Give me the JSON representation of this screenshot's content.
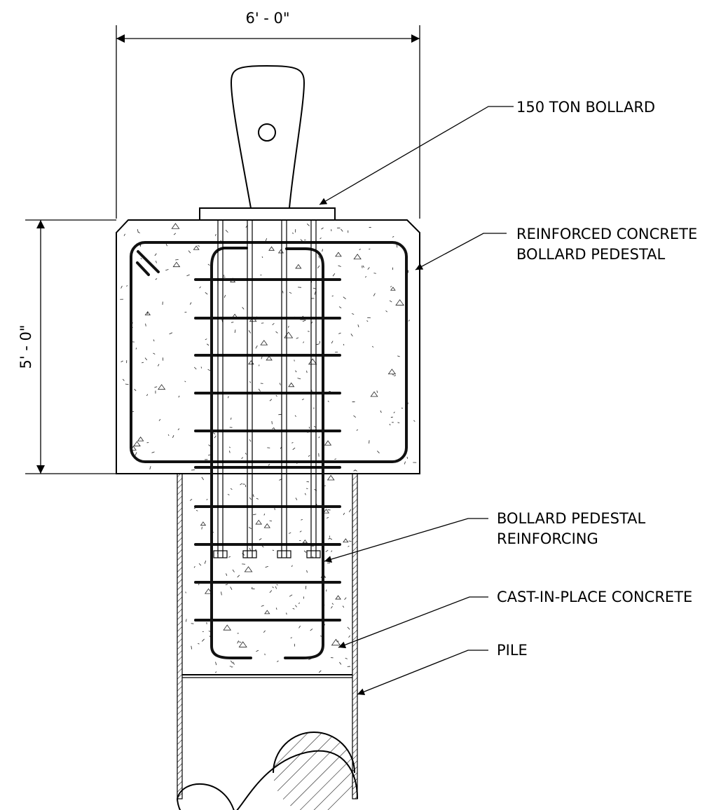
{
  "dimensions": {
    "width_label": "6' - 0\"",
    "height_label": "5' - 0\""
  },
  "labels": {
    "bollard": "150 TON BOLLARD",
    "pedestal_line1": "REINFORCED CONCRETE",
    "pedestal_line2": "BOLLARD PEDESTAL",
    "reinforcing_line1": "BOLLARD PEDESTAL",
    "reinforcing_line2": "REINFORCING",
    "concrete": "CAST-IN-PLACE CONCRETE",
    "pile": "PILE"
  },
  "colors": {
    "line": "#000000",
    "background": "#ffffff"
  }
}
